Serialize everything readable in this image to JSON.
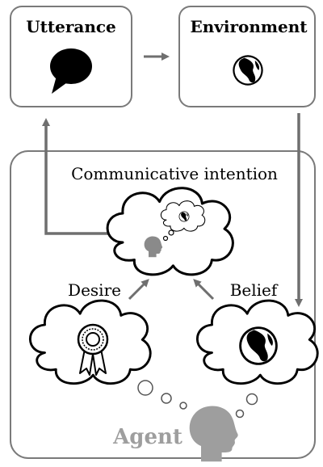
{
  "diagram": {
    "utterance": {
      "label": "Utterance",
      "icon": "speech-bubble-icon"
    },
    "environment": {
      "label": "Environment",
      "icon": "globe-icon"
    },
    "agent_region": {
      "title": "Communicative intention",
      "agent_label": "Agent"
    },
    "desire": {
      "label": "Desire",
      "icon": "award-ribbon-icon"
    },
    "belief": {
      "label": "Belief",
      "icon": "globe-icon"
    },
    "colors": {
      "box_border": "#7a7a7a",
      "arrow": "#6f6f6f",
      "agent_gray": "#9e9e9e",
      "black": "#000000"
    }
  }
}
